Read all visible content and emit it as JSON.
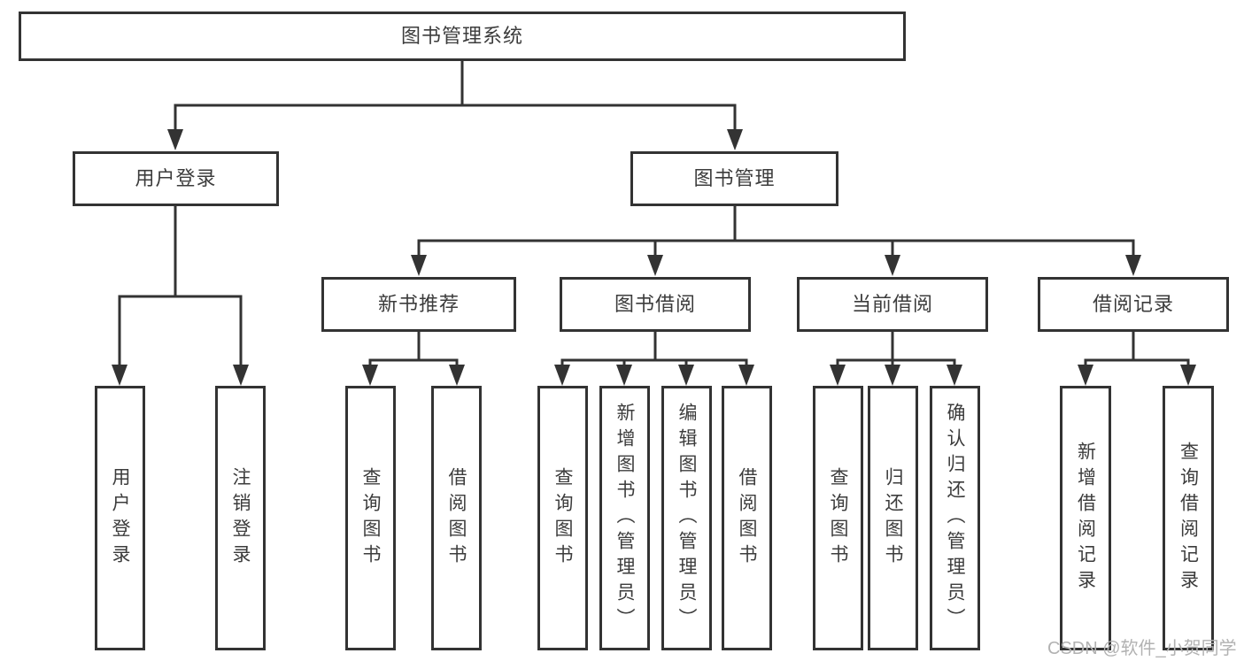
{
  "colors": {
    "line": "#333333",
    "box_border": "#333333",
    "text": "#3c3c3c",
    "watermark": "#b2b2b2",
    "background": "#ffffff"
  },
  "watermark": {
    "text": "CSDN @软件_小贺同学"
  },
  "tree": {
    "root": {
      "label": "图书管理系统",
      "children": [
        {
          "label": "用户登录",
          "children": [
            {
              "label": "用户登录"
            },
            {
              "label": "注销登录"
            }
          ]
        },
        {
          "label": "图书管理",
          "children": [
            {
              "label": "新书推荐",
              "children": [
                {
                  "label": "查询图书"
                },
                {
                  "label": "借阅图书"
                }
              ]
            },
            {
              "label": "图书借阅",
              "children": [
                {
                  "label": "查询图书"
                },
                {
                  "label": "新增图书（管理员）"
                },
                {
                  "label": "编辑图书（管理员）"
                },
                {
                  "label": "借阅图书"
                }
              ]
            },
            {
              "label": "当前借阅",
              "children": [
                {
                  "label": "查询图书"
                },
                {
                  "label": "归还图书"
                },
                {
                  "label": "确认归还（管理员）"
                }
              ]
            },
            {
              "label": "借阅记录",
              "children": [
                {
                  "label": "新增借阅记录"
                },
                {
                  "label": "查询借阅记录"
                }
              ]
            }
          ]
        }
      ]
    }
  }
}
